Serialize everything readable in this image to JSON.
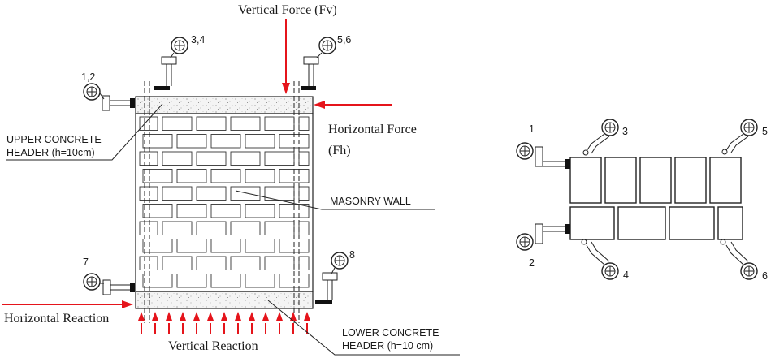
{
  "labels": {
    "vertical_force": "Vertical Force (Fv)",
    "horizontal_force_1": "Horizontal Force",
    "horizontal_force_2": "(Fh)",
    "upper_header_1": "UPPER CONCRETE",
    "upper_header_2": "HEADER (h=10cm)",
    "masonry_wall": "MASONRY WALL",
    "horizontal_reaction": "Horizontal Reaction",
    "vertical_reaction": "Vertical Reaction",
    "lower_header_1": "LOWER CONCRETE",
    "lower_header_2": "HEADER (h=10 cm)"
  },
  "gauges_elevation": {
    "g12": "1,2",
    "g34": "3,4",
    "g56": "5,6",
    "g7": "7",
    "g8": "8"
  },
  "gauges_plan": {
    "g1": "1",
    "g2": "2",
    "g3": "3",
    "g4": "4",
    "g5": "5",
    "g6": "6"
  },
  "colors": {
    "force_arrow": "#e5141b",
    "line": "#222222",
    "concrete_fill": "#f4f4f4"
  }
}
